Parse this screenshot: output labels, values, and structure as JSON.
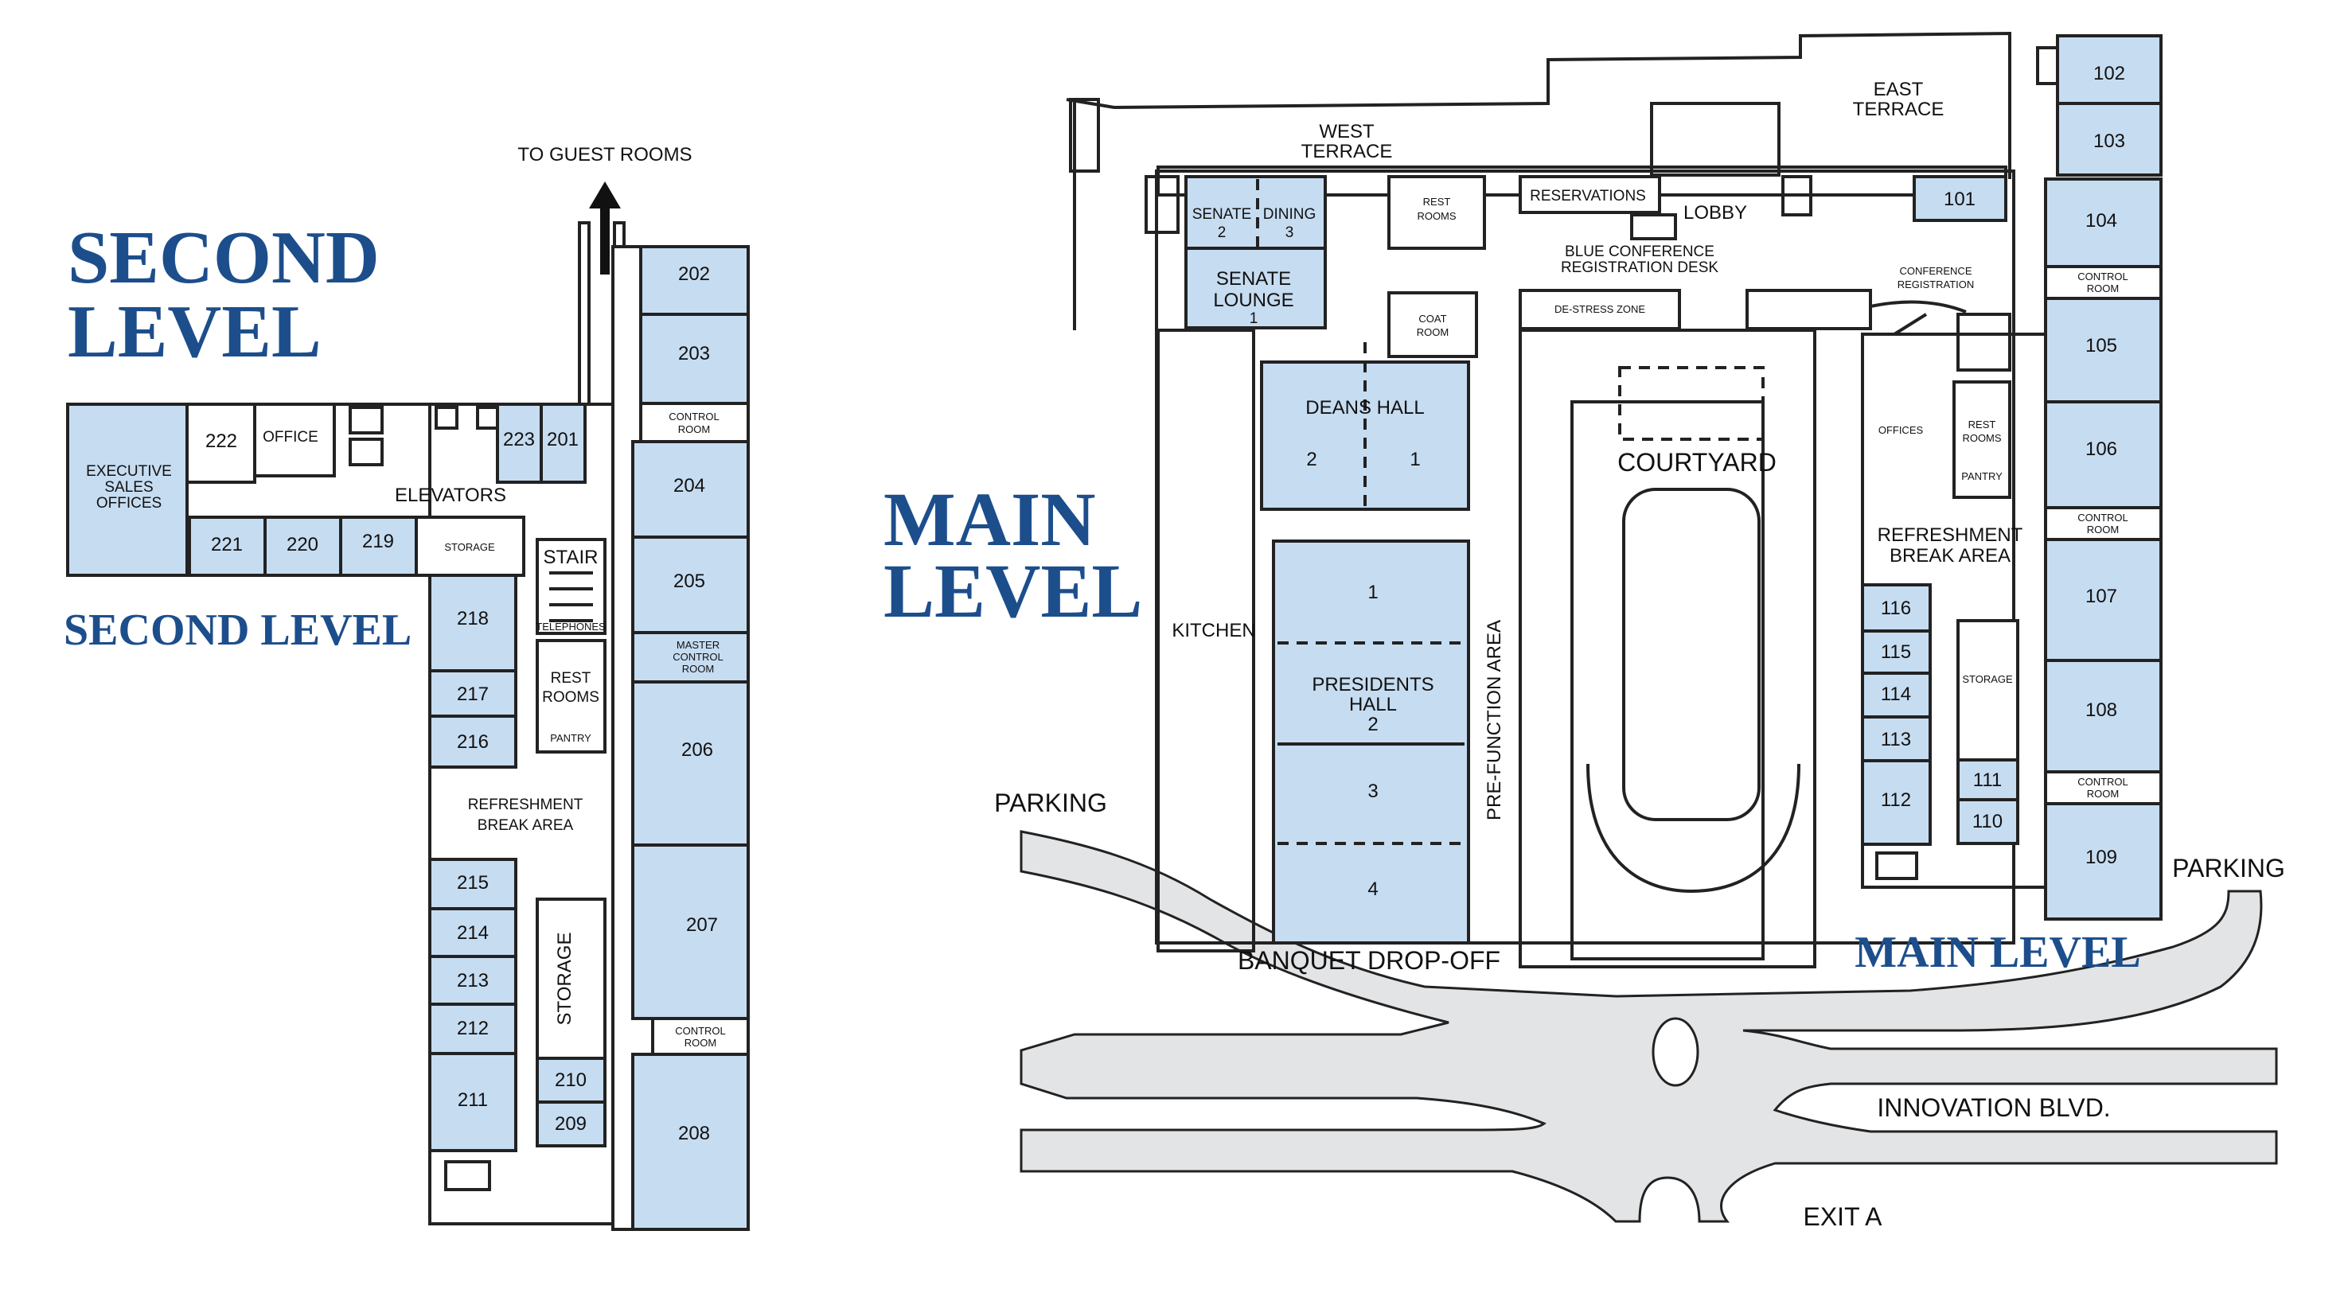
{
  "second_level": {
    "heading_line1": "SECOND",
    "heading_line2": "LEVEL",
    "caption": "SECOND LEVEL",
    "to_guest_rooms": "TO GUEST ROOMS",
    "executive_sales_offices": [
      "EXECUTIVE",
      "SALES",
      "OFFICES"
    ],
    "office": "OFFICE",
    "elevators": "ELEVATORS",
    "storage_small": "STORAGE",
    "stair": "STAIR",
    "telephones": "TELEPHONES",
    "rest_rooms": [
      "REST",
      "ROOMS"
    ],
    "pantry": "PANTRY",
    "refreshment": [
      "REFRESHMENT",
      "BREAK AREA"
    ],
    "storage_tall": "STORAGE",
    "control_room": [
      "CONTROL",
      "ROOM"
    ],
    "master_control_room": [
      "MASTER",
      "CONTROL",
      "ROOM"
    ],
    "rooms": {
      "r202": "202",
      "r203": "203",
      "r204": "204",
      "r205": "205",
      "r206": "206",
      "r207": "207",
      "r208": "208",
      "r222": "222",
      "r223": "223",
      "r201": "201",
      "r221": "221",
      "r220": "220",
      "r219": "219",
      "r218": "218",
      "r217": "217",
      "r216": "216",
      "r215": "215",
      "r214": "214",
      "r213": "213",
      "r212": "212",
      "r211": "211",
      "r210": "210",
      "r209": "209"
    }
  },
  "main_level": {
    "heading_line1": "MAIN",
    "heading_line2": "LEVEL",
    "caption": "MAIN LEVEL",
    "west_terrace": [
      "WEST",
      "TERRACE"
    ],
    "east_terrace": [
      "EAST",
      "TERRACE"
    ],
    "senate": "SENATE",
    "dining": "DINING",
    "senate_2": "2",
    "dining_3": "3",
    "senate_lounge": [
      "SENATE",
      "LOUNGE"
    ],
    "senate_lounge_num": "1",
    "rest_rooms": [
      "REST",
      "ROOMS"
    ],
    "reservations": "RESERVATIONS",
    "lobby": "LOBBY",
    "blue_conference": [
      "BLUE CONFERENCE",
      "REGISTRATION DESK"
    ],
    "coat_room": [
      "COAT",
      "ROOM"
    ],
    "de_stress_zone": "DE-STRESS ZONE",
    "conference_registration": [
      "CONFERENCE",
      "REGISTRATION"
    ],
    "deans_hall": "DEANS HALL",
    "deans_2": "2",
    "deans_1": "1",
    "courtyard": "COURTYARD",
    "offices": "OFFICES",
    "pantry": "PANTRY",
    "kitchen": "KITCHEN",
    "presidents_hall": [
      "PRESIDENTS",
      "HALL"
    ],
    "pres_1": "1",
    "pres_2": "2",
    "pres_3": "3",
    "pres_4": "4",
    "pre_function_area": "PRE-FUNCTION AREA",
    "refreshment": [
      "REFRESHMENT",
      "BREAK AREA"
    ],
    "storage": "STORAGE",
    "control_room": [
      "CONTROL",
      "ROOM"
    ],
    "banquet_drop_off": "BANQUET DROP-OFF",
    "parking_left": "PARKING",
    "parking_right": "PARKING",
    "innovation_blvd": "INNOVATION BLVD.",
    "exit_a": "EXIT A",
    "rooms": {
      "r101": "101",
      "r102": "102",
      "r103": "103",
      "r104": "104",
      "r105": "105",
      "r106": "106",
      "r107": "107",
      "r108": "108",
      "r109": "109",
      "r110": "110",
      "r111": "111",
      "r112": "112",
      "r113": "113",
      "r114": "114",
      "r115": "115",
      "r116": "116"
    }
  },
  "colors": {
    "room_fill": "#c6dcf1",
    "heading_blue": "#1d4e8c",
    "road_gray": "#e3e4e6"
  }
}
